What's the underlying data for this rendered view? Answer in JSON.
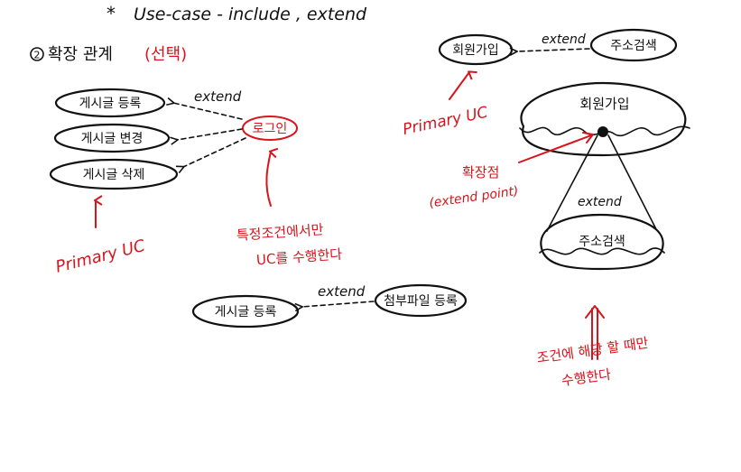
{
  "header": {
    "bullet": "*",
    "text": "Use-case  -  include , extend"
  },
  "section": {
    "number": "2",
    "title": "확장 관계",
    "note": "(선택)"
  },
  "left_group": {
    "use_cases": [
      "게시글 등록",
      "게시글 변경",
      "게시글 삭제"
    ],
    "extension": "로그인",
    "relation_label": "extend",
    "primary_label": "Primary UC",
    "annotation": [
      "특정조건에서만",
      "UC를 수행한다"
    ]
  },
  "bottom_group": {
    "base": "게시글 등록",
    "extension": "첨부파일 등록",
    "relation_label": "extend"
  },
  "right_top": {
    "base": "회원가입",
    "extension": "주소검색",
    "relation_label": "extend",
    "primary_label": "Primary UC"
  },
  "right_diagram": {
    "base": "회원가입",
    "extension": "주소검색",
    "relation_label": "extend",
    "point_label": [
      "확장점",
      "(extend point)"
    ],
    "annotation": [
      "조건에 해당 할 때만",
      "수행한다"
    ]
  },
  "colors": {
    "ink": "#111111",
    "red": "#d8141c"
  }
}
